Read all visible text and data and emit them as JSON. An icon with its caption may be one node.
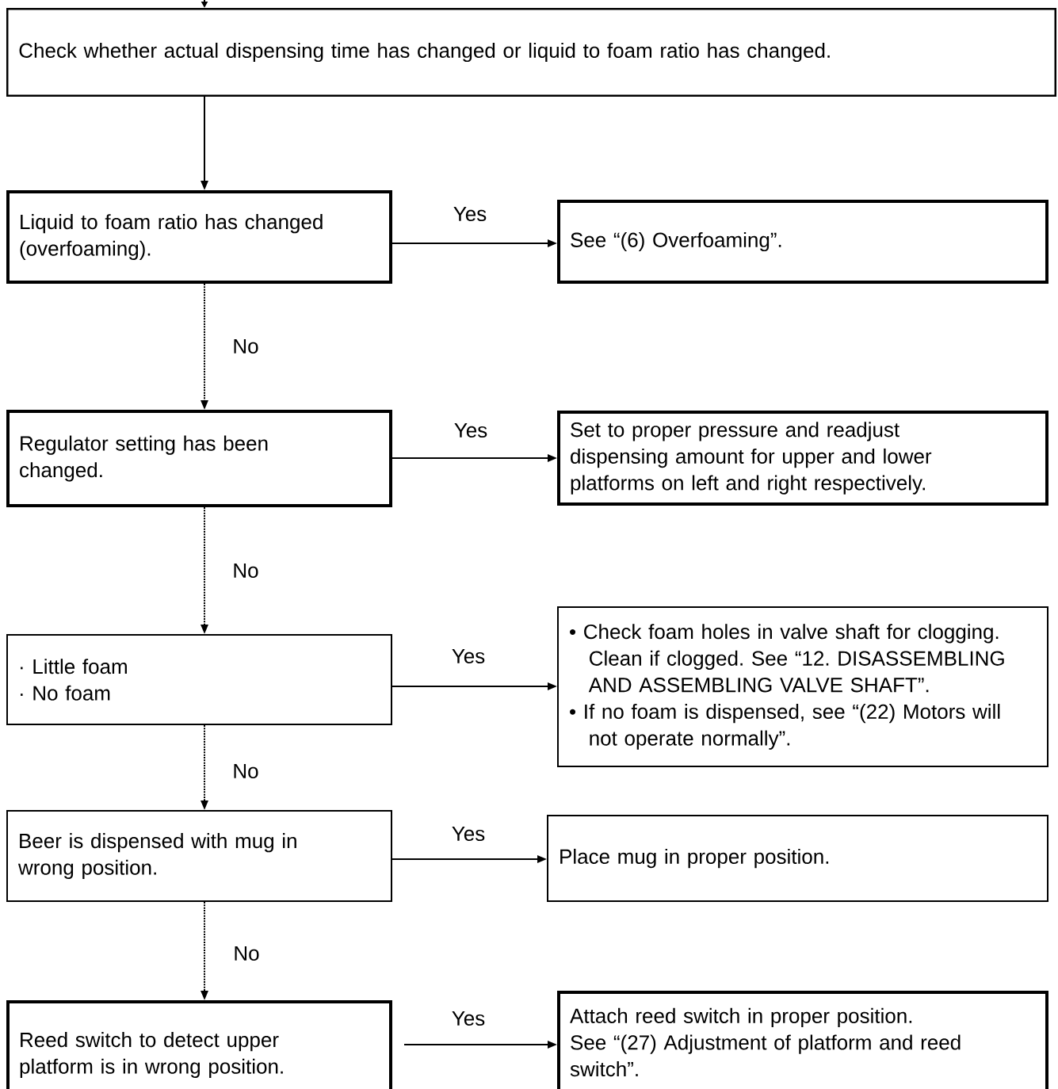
{
  "diagram": {
    "nodes": [
      {
        "text": [
          "Check whether actual dispensing time has changed or liquid to foam ratio has changed."
        ]
      },
      {
        "text": [
          "Liquid to foam ratio has changed (overfoaming)."
        ]
      },
      {
        "text": [
          "See “(6) Overfoaming”."
        ]
      },
      {
        "text": [
          "Regulator setting has been changed."
        ]
      },
      {
        "text": [
          "Set to proper pressure and readjust dispensing amount for upper and lower platforms on left and right respectively."
        ]
      },
      {
        "text": [
          "·  Little foam",
          "·  No foam"
        ]
      },
      {
        "text": [
          "• Check foam holes in valve shaft for clogging. Clean if clogged. See “12. DISASSEMBLING AND ASSEMBLING VALVE SHAFT”.",
          "• If no foam is dispensed, see “(22) Motors will not operate normally”."
        ]
      },
      {
        "text": [
          "Beer is dispensed with mug in wrong position."
        ]
      },
      {
        "text": [
          "Place mug in proper position."
        ]
      },
      {
        "text": [
          "Reed switch to detect upper platform is in wrong position."
        ]
      },
      {
        "text": [
          "Attach reed switch in proper position.",
          "See “(27) Adjustment of platform and reed switch”."
        ]
      }
    ],
    "edges": [
      {
        "from": null,
        "to": 0,
        "arrow": "to"
      },
      {
        "from": 0,
        "to": 1,
        "arrow": "to"
      },
      {
        "from": 1,
        "to": 2,
        "arrow": "to",
        "label": "Yes"
      },
      {
        "from": 1,
        "to": 3,
        "arrow": "to",
        "label": "No",
        "style": "dashed"
      },
      {
        "from": 3,
        "to": 4,
        "arrow": "to",
        "label": "Yes"
      },
      {
        "from": 3,
        "to": 5,
        "arrow": "to",
        "label": "No",
        "style": "dashed"
      },
      {
        "from": 5,
        "to": 6,
        "arrow": "to",
        "label": "Yes"
      },
      {
        "from": 5,
        "to": 7,
        "arrow": "to",
        "label": "No",
        "style": "dashed"
      },
      {
        "from": 7,
        "to": 8,
        "arrow": "to",
        "label": "Yes"
      },
      {
        "from": 7,
        "to": 9,
        "arrow": "to",
        "label": "No",
        "style": "dashed"
      },
      {
        "from": 9,
        "to": 10,
        "arrow": "to",
        "label": "Yes"
      }
    ]
  }
}
